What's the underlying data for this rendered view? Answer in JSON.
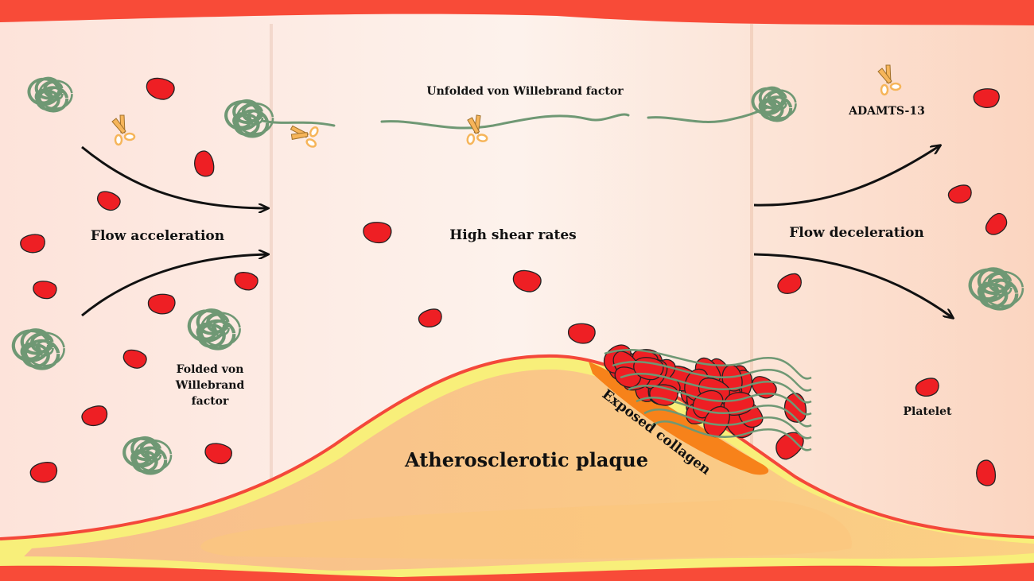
{
  "labels": {
    "unfolded_vwf": "Unfolded von Willebrand factor",
    "adamts13": "ADAMTS-13",
    "flow_acceleration": "Flow acceleration",
    "high_shear": "High shear rates",
    "flow_deceleration": "Flow deceleration",
    "folded_vwf_line1": "Folded von",
    "folded_vwf_line2": "Willebrand",
    "folded_vwf_line3": "factor",
    "platelet": "Platelet",
    "plaque": "Atherosclerotic plaque",
    "collagen": "Exposed collagen"
  },
  "colors": {
    "vessel_wall": "#f84b38",
    "lumen_left": "#fde3da",
    "lumen_center": "#fdf1eb",
    "lumen_right": "#fbd6c2",
    "plaque": "#f9c48e",
    "plaque_rim": "#f8f27a",
    "collagen": "#f7821a",
    "platelet": "#ee1f24",
    "vwf": "#6f9874",
    "scissors": "#f6b55a"
  },
  "icons": [
    "platelet-icon",
    "vwf-coil-icon",
    "scissors-icon",
    "flow-arrow-icon"
  ]
}
